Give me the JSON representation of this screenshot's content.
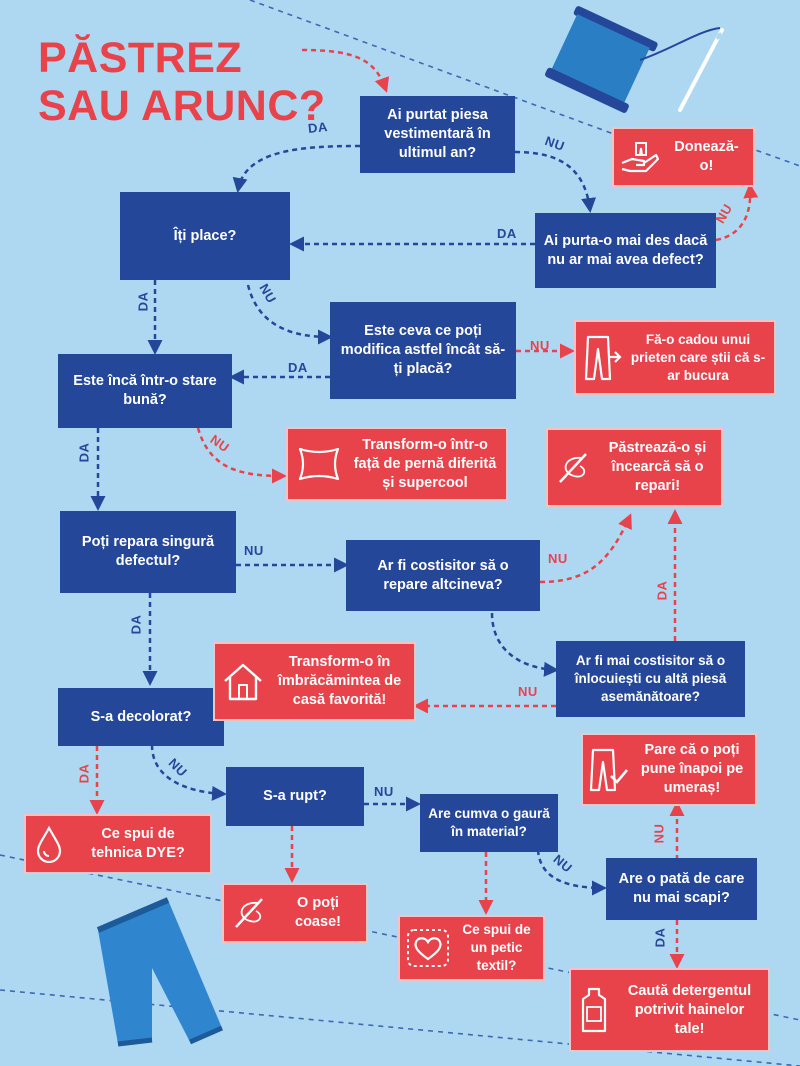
{
  "title": "PĂSTREZ SAU ARUNC?",
  "colors": {
    "question": "#244799",
    "answer": "#e8434b",
    "background": "#aed8f2"
  },
  "questions": {
    "q1": "Ai purtat piesa vestimentară în ultimul an?",
    "q2": "Îți place?",
    "q3": "Ai purta-o mai des dacă nu ar mai avea defect?",
    "q4": "Este ceva ce poți modifica astfel încât să-ți placă?",
    "q5": "Este încă într-o stare bună?",
    "q6": "Poți repara singură defectul?",
    "q7": "Ar fi costisitor să o repare altcineva?",
    "q8": "Ar fi mai costisitor să o înlocuiești cu altă piesă asemănătoare?",
    "q9": "S-a decolorat?",
    "q10": "S-a rupt?",
    "q11": "Are cumva o gaură în material?",
    "q12": "Are o pată de care nu mai scapi?"
  },
  "answers": {
    "a1": {
      "text": "Donează-o!",
      "icon": "donate-hand-icon"
    },
    "a2": {
      "text": "Fă-o cadou unui prieten care știi că s-ar bucura",
      "icon": "pants-gift-icon"
    },
    "a3": {
      "text": "Transform-o într-o față de pernă diferită și supercool",
      "icon": "pillow-icon"
    },
    "a4": {
      "text": "Păstrează-o și încearcă să o repari!",
      "icon": "needle-thread-icon"
    },
    "a5": {
      "text": "Transform-o în îmbrăcămintea de casă favorită!",
      "icon": "house-icon"
    },
    "a6": {
      "text": "Pare că o poți pune înapoi pe umeraș!",
      "icon": "pants-check-icon"
    },
    "a7": {
      "text": "Ce spui de tehnica DYE?",
      "icon": "dye-drop-icon"
    },
    "a8": {
      "text": "O poți coase!",
      "icon": "needle-icon"
    },
    "a9": {
      "text": "Ce spui de un petic textil?",
      "icon": "heart-patch-icon"
    },
    "a10": {
      "text": "Caută detergentul potrivit hainelor tale!",
      "icon": "detergent-icon"
    }
  },
  "labels": {
    "yes": "DA",
    "no": "NU"
  }
}
